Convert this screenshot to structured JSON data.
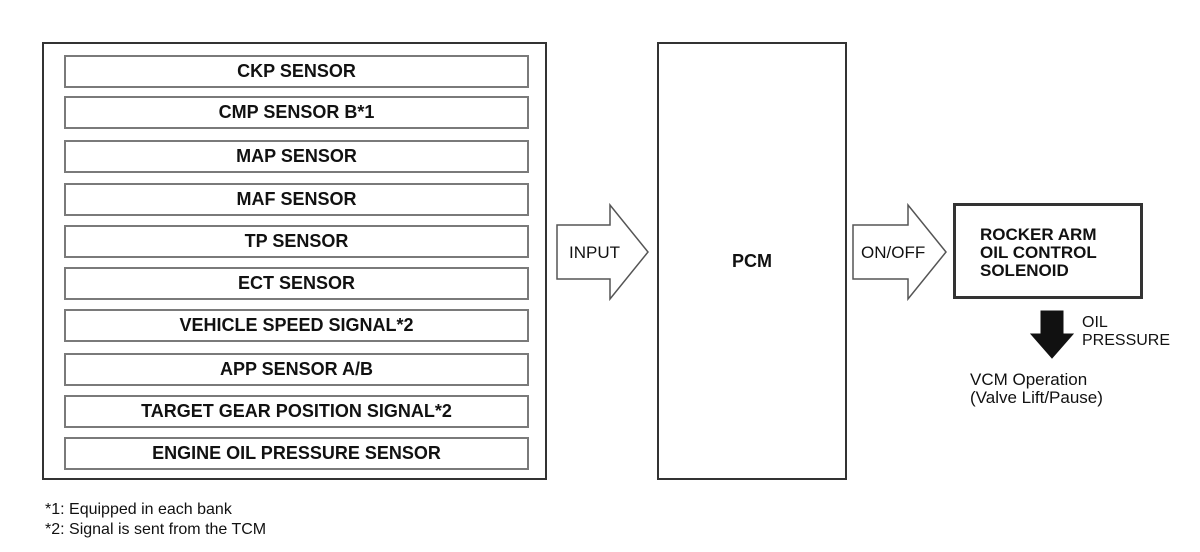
{
  "sensors": [
    "CKP SENSOR",
    "CMP SENSOR B*1",
    "MAP SENSOR",
    "MAF SENSOR",
    "TP SENSOR",
    "ECT SENSOR",
    "VEHICLE SPEED SIGNAL*2",
    "APP SENSOR A/B",
    "TARGET GEAR POSITION SIGNAL*2",
    "ENGINE OIL PRESSURE SENSOR"
  ],
  "input_arrow": {
    "label": "INPUT"
  },
  "pcm": {
    "label": "PCM"
  },
  "output_arrow": {
    "label": "ON/OFF"
  },
  "solenoid": {
    "lines": [
      "ROCKER ARM",
      "OIL CONTROL",
      "SOLENOID"
    ]
  },
  "oil_pressure": {
    "lines": [
      "OIL",
      "PRESSURE"
    ]
  },
  "vcm_operation": {
    "lines": [
      "VCM Operation",
      "(Valve Lift/Pause)"
    ]
  },
  "notes": [
    "*1: Equipped in each bank",
    "*2: Signal is sent from the TCM"
  ],
  "colors": {
    "line": "#333333",
    "inner_border": "#7a7a7a",
    "arrow_fill": "#111111"
  },
  "icons": {
    "hollow_arrow": "right-hollow-arrow",
    "solid_arrow": "down-solid-arrow"
  }
}
